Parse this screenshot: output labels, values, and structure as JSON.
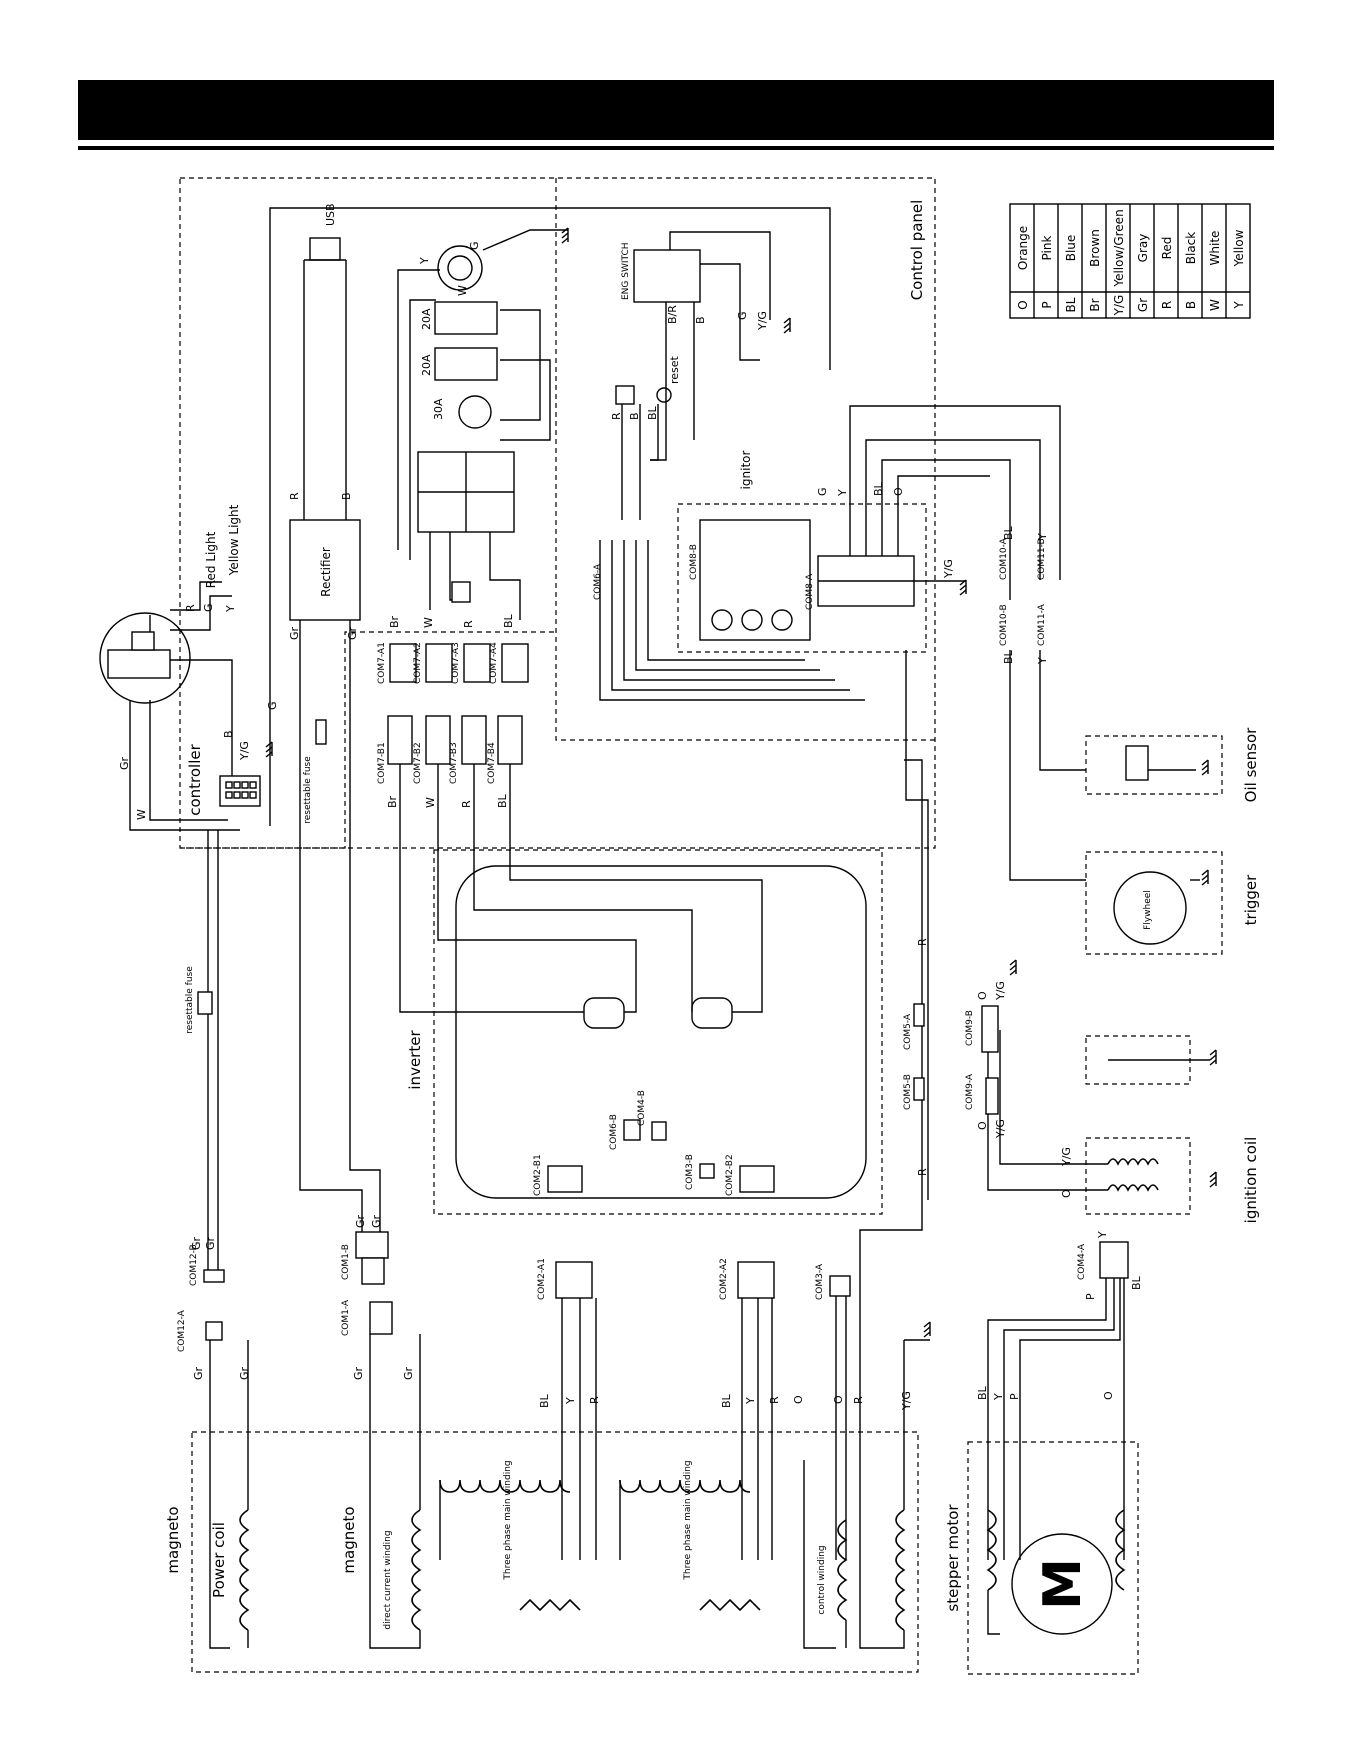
{
  "sections": {
    "control_panel": "Control panel",
    "controller": "controller",
    "ignitor": "ignitor",
    "inverter": "inverter",
    "magneto_1": "magneto",
    "magneto_2": "magneto",
    "power_coil": "Power coil",
    "direct_current_winding": "direct current winding",
    "three_phase_1": "Three phase main winding",
    "three_phase_2": "Three phase main winding",
    "control_winding": "control winding",
    "stepper_motor": "stepper motor",
    "oil_sensor": "Oil sensor",
    "trigger": "trigger",
    "ignition_coil": "ignition coil",
    "flywheel": "Flywheel",
    "motor_letter": "M"
  },
  "components": {
    "usb": "USB",
    "rectifier": "Rectifier",
    "red_light": "Red Light",
    "yellow_light": "Yellow Light",
    "eng_switch": "ENG SWITCH",
    "reset": "reset",
    "resettable_fuse_1": "resettable fuse",
    "resettable_fuse_2": "resettable fuse",
    "amp_20a_1": "20A",
    "amp_20a_2": "20A",
    "amp_30a": "30A"
  },
  "connectors": {
    "com1a": "COM1-A",
    "com1b": "COM1-B",
    "com2a1": "COM2-A1",
    "com2a2": "COM2-A2",
    "com2b1": "COM2-B1",
    "com2b2": "COM2-B2",
    "com3a": "COM3-A",
    "com3b": "COM3-B",
    "com4a": "COM4-A",
    "com4b": "COM4-B",
    "com5a": "COM5-A",
    "com5b": "COM5-B",
    "com6a": "COM6-A",
    "com6b": "COM6-B",
    "com7a1": "COM7-A1",
    "com7a2": "COM7-A2",
    "com7a3": "COM7-A3",
    "com7a4": "COM7-A4",
    "com7b1": "COM7-B1",
    "com7b2": "COM7-B2",
    "com7b3": "COM7-B3",
    "com7b4": "COM7-B4",
    "com8a": "COM8-A",
    "com8b": "COM8-B",
    "com9a": "COM9-A",
    "com9b": "COM9-B",
    "com10a": "COM10-A",
    "com10b": "COM10-B",
    "com11a": "COM11-A",
    "com11b": "COM11-B",
    "com12a": "COM12-A",
    "com12b": "COM12-B"
  },
  "wire_labels": {
    "gr": "Gr",
    "g": "G",
    "r": "R",
    "b": "B",
    "y": "Y",
    "w": "W",
    "bl": "BL",
    "br": "Br",
    "o": "O",
    "p": "P",
    "yg": "Y/G",
    "br_r": "B/R"
  },
  "color_legend": [
    {
      "code": "O",
      "name": "Orange"
    },
    {
      "code": "P",
      "name": "Pink"
    },
    {
      "code": "BL",
      "name": "Blue"
    },
    {
      "code": "Br",
      "name": "Brown"
    },
    {
      "code": "Y/G",
      "name": "Yellow/Green"
    },
    {
      "code": "Gr",
      "name": "Gray"
    },
    {
      "code": "R",
      "name": "Red"
    },
    {
      "code": "B",
      "name": "Black"
    },
    {
      "code": "W",
      "name": "White"
    },
    {
      "code": "Y",
      "name": "Yellow"
    }
  ]
}
